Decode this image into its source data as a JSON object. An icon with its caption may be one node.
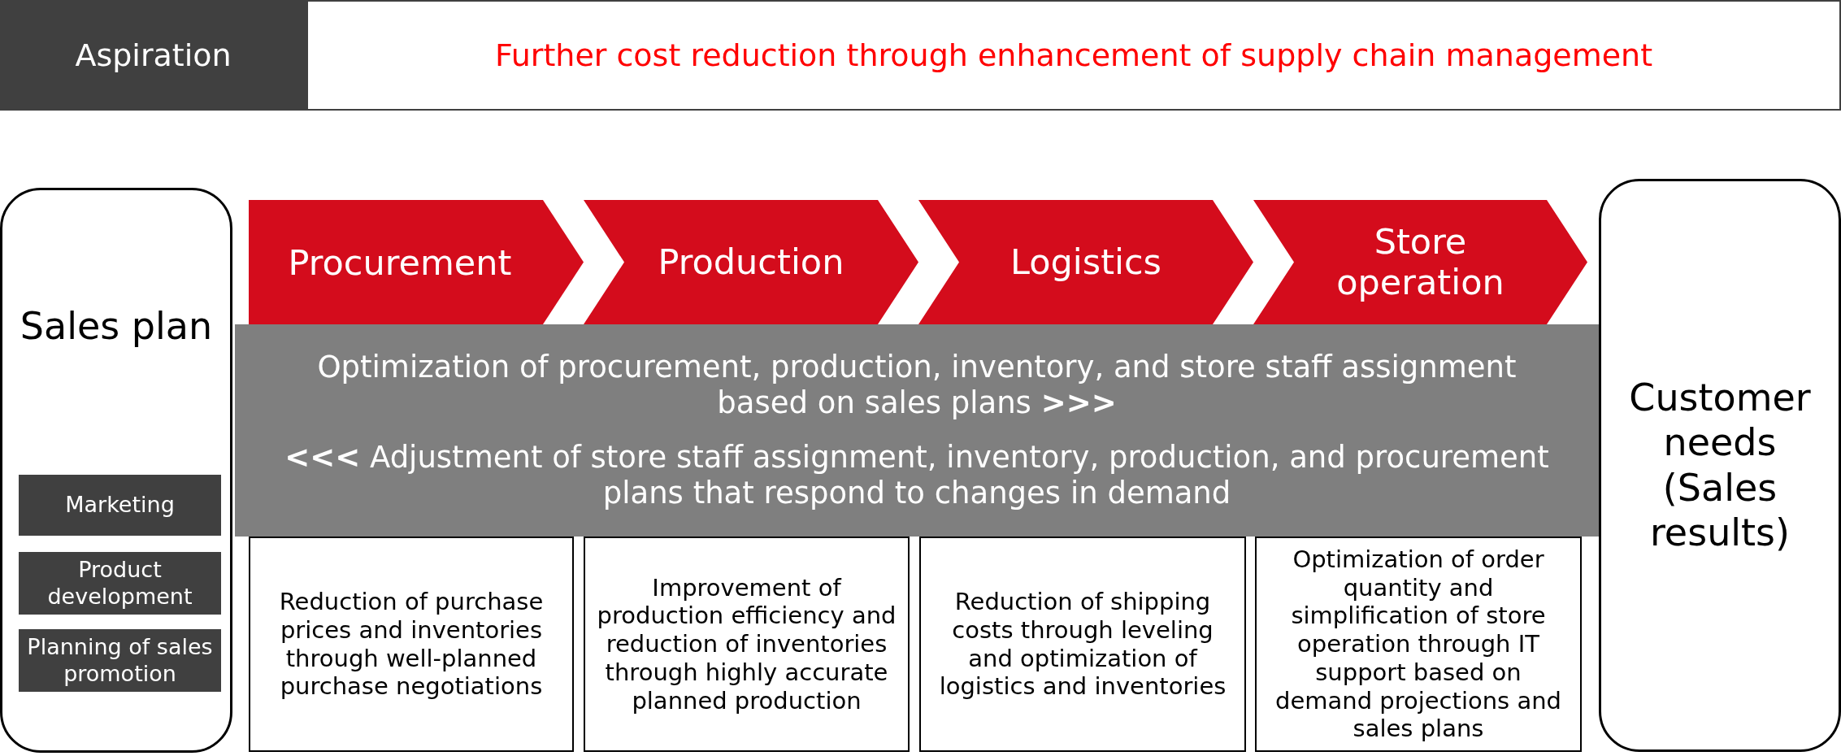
{
  "diagram": {
    "nodes": [
      {
        "text": [
          "Aspiration"
        ]
      },
      {
        "text": [
          "Further cost reduction through enhancement of supply chain management"
        ]
      },
      {
        "text": [
          "Sales plan"
        ]
      },
      {
        "text": [
          "Marketing"
        ],
        "in": 2
      },
      {
        "text": [
          "Product development"
        ],
        "in": 2
      },
      {
        "text": [
          "Planning of sales promotion"
        ],
        "in": 2
      },
      {
        "text": [
          "Procurement"
        ]
      },
      {
        "text": [
          "Production"
        ]
      },
      {
        "text": [
          "Logistics"
        ]
      },
      {
        "text": [
          "Store operation"
        ]
      },
      {
        "text": [
          "Optimization of procurement, production, inventory, and store staff assignment based on sales plans **>>>**",
          "**<<<** Adjustment of store staff assignment, inventory, production, and procurement plans that respond to changes in demand"
        ]
      },
      {
        "text": [
          "Reduction of purchase prices and inventories through well-planned purchase negotiations"
        ]
      },
      {
        "text": [
          "Improvement of production efficiency and reduction of inventories through highly accurate planned production"
        ]
      },
      {
        "text": [
          "Reduction of shipping costs through leveling and optimization of logistics and inventories"
        ]
      },
      {
        "text": [
          "Optimization of order quantity and simplification of store operation through IT support based on demand projections and sales plans"
        ]
      },
      {
        "text": [
          "Customer needs (Sales results)"
        ]
      }
    ]
  }
}
